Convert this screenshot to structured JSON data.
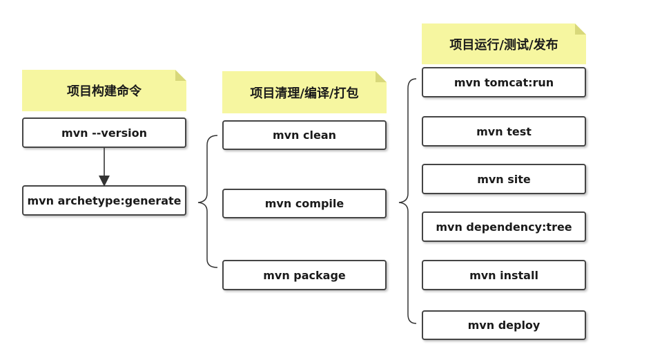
{
  "groups": [
    {
      "title": "项目构建命令",
      "commands": [
        "mvn --version",
        "mvn archetype:generate"
      ]
    },
    {
      "title": "项目清理/编译/打包",
      "commands": [
        "mvn clean",
        "mvn compile",
        "mvn package"
      ]
    },
    {
      "title": "项目运行/测试/发布",
      "commands": [
        "mvn tomcat:run",
        "mvn test",
        "mvn site",
        "mvn dependency:tree",
        "mvn install",
        "mvn deploy"
      ]
    }
  ],
  "colors": {
    "note_fill": "#f6f6a0",
    "box_border": "#444444",
    "connector": "#333333"
  }
}
